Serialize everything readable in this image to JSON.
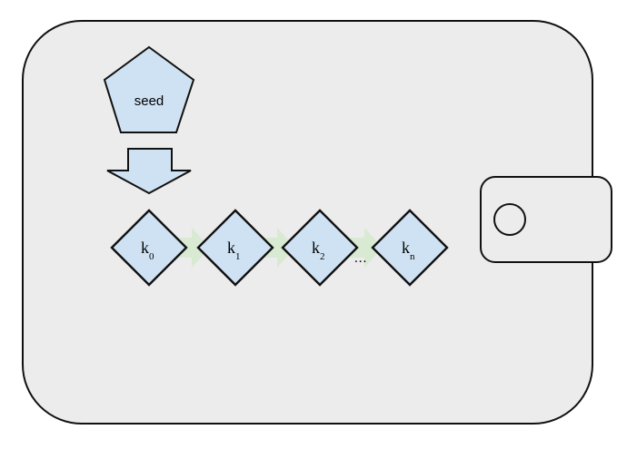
{
  "colors": {
    "background": "#ffffff",
    "wallet_fill": "#ececec",
    "shape_fill": "#cfe2f3",
    "derive_arrow_fill": "#d9ead3",
    "stroke": "#111111",
    "text": "#000000"
  },
  "icons": {
    "wallet_body": "wallet-body-icon",
    "wallet_flap": "wallet-flap-icon",
    "clasp_button": "clasp-button-icon",
    "seed_pentagon": "seed-pentagon-icon",
    "down_arrow": "down-arrow-icon",
    "derive_arrow": "derive-arrow-icon",
    "key_diamond": "key-diamond-icon"
  },
  "seed": {
    "label": "seed"
  },
  "chain": {
    "ellipsis": "...",
    "keys": [
      {
        "base": "k",
        "sub": "0"
      },
      {
        "base": "k",
        "sub": "1"
      },
      {
        "base": "k",
        "sub": "2"
      },
      {
        "base": "k",
        "sub": "n"
      }
    ]
  }
}
